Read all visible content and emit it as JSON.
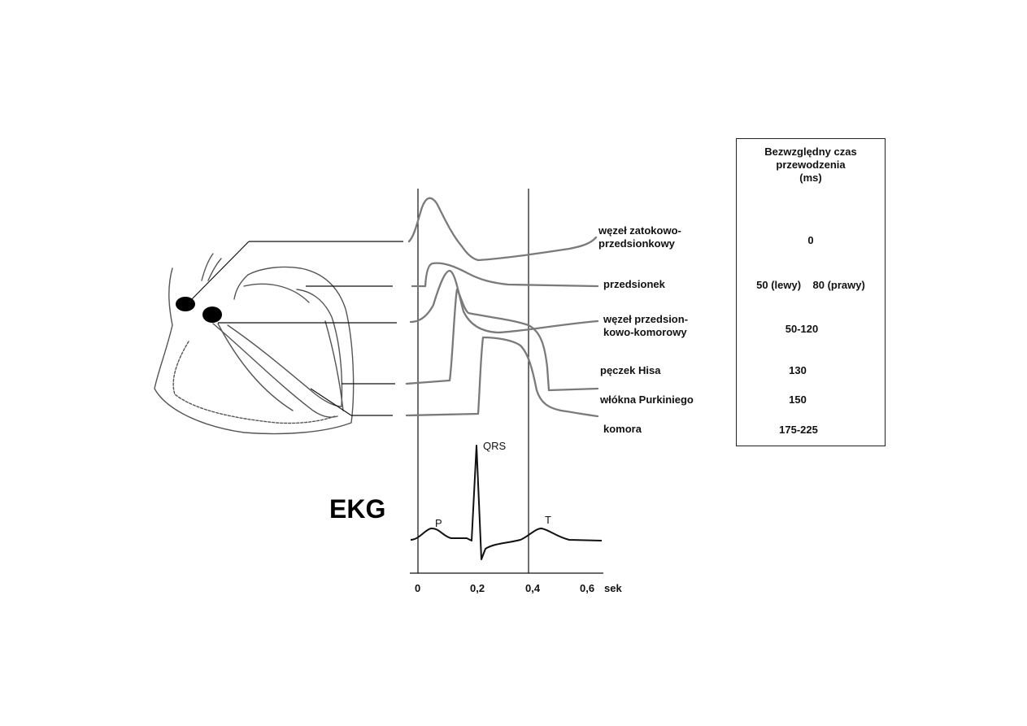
{
  "structures": [
    {
      "id": "sa",
      "label": [
        "węzeł zatokowo-",
        "przedsionkowy"
      ],
      "time": "0"
    },
    {
      "id": "atrium",
      "label": [
        "przedsionek"
      ],
      "time": "50 (lewy)    80 (prawy)"
    },
    {
      "id": "av",
      "label": [
        "węzeł przedsion-",
        "kowo-komorowy"
      ],
      "time": "50-120"
    },
    {
      "id": "his",
      "label": [
        "pęczek Hisa"
      ],
      "time": "130"
    },
    {
      "id": "purkinje",
      "label": [
        "włókna Purkiniego"
      ],
      "time": "150"
    },
    {
      "id": "ventricle",
      "label": [
        "komora"
      ],
      "time": "175-225"
    }
  ],
  "table_header": [
    "Bezwzględny czas",
    "przewodzenia",
    "(ms)"
  ],
  "ekg": {
    "label": "EKG",
    "waves": {
      "p": "P",
      "qrs": "QRS",
      "t": "T"
    }
  },
  "time_axis": {
    "ticks": [
      "0",
      "0,2",
      "0,4",
      "0,6"
    ],
    "unit": "sek"
  },
  "colors": {
    "trace": "#7a7a7a",
    "ekg_trace": "#111111",
    "lines": "#111111",
    "heart_outline": "#555555",
    "nodes": "#000000"
  }
}
